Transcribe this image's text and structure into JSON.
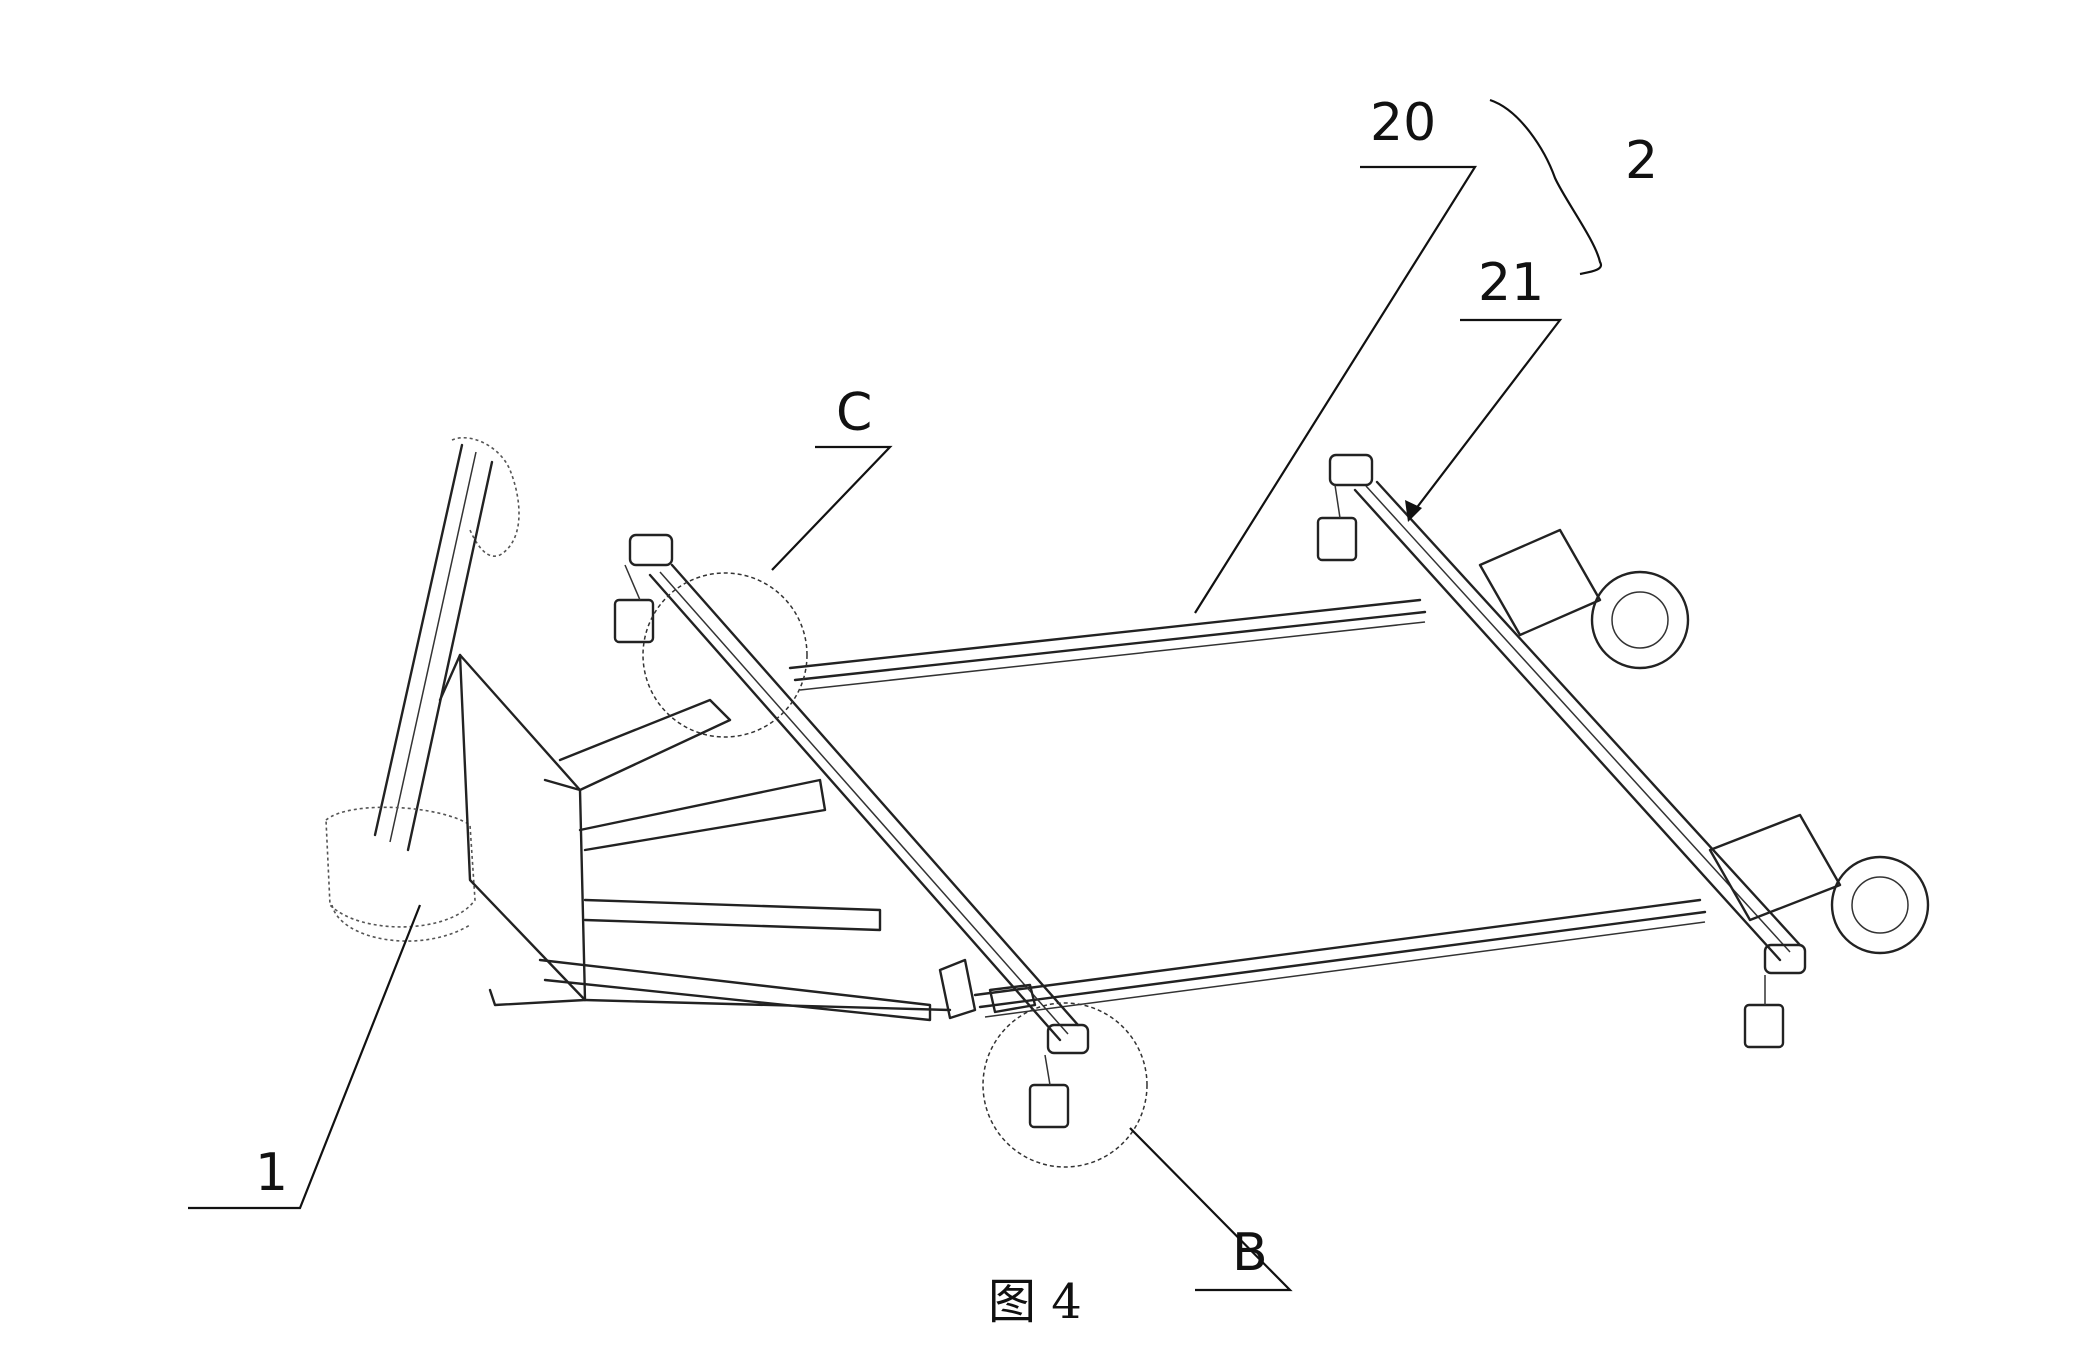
{
  "callouts": {
    "label_1": "1",
    "label_2": "2",
    "label_20": "20",
    "label_21": "21",
    "label_B": "B",
    "label_C": "C"
  },
  "caption": "图 4"
}
